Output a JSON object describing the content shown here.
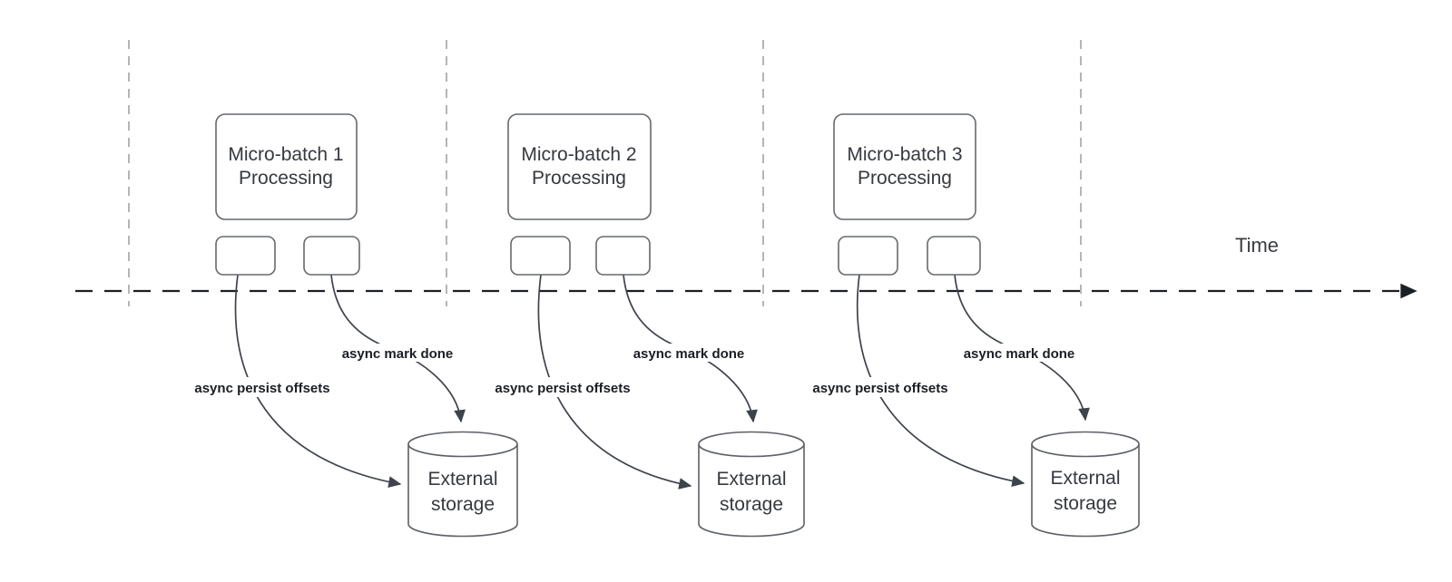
{
  "diagram": {
    "time_axis_label": "Time",
    "groups": [
      {
        "batch_line1": "Micro-batch 1",
        "batch_line2": "Processing",
        "persist_label": "async persist offsets",
        "mark_done_label": "async mark done",
        "storage_line1": "External",
        "storage_line2": "storage"
      },
      {
        "batch_line1": "Micro-batch 2",
        "batch_line2": "Processing",
        "persist_label": "async persist offsets",
        "mark_done_label": "async mark done",
        "storage_line1": "External",
        "storage_line2": "storage"
      },
      {
        "batch_line1": "Micro-batch 3",
        "batch_line2": "Processing",
        "persist_label": "async persist offsets",
        "mark_done_label": "async mark done",
        "storage_line1": "External",
        "storage_line2": "storage"
      }
    ],
    "colors": {
      "curve_stroke": "#3e434b",
      "timeline_stroke": "#1c1f24",
      "gridline_stroke": "#b3b5b9",
      "box_border": "#65696f",
      "box_text": "#36393f",
      "label_text": "#1b1e24",
      "background": "#ffffff"
    }
  }
}
